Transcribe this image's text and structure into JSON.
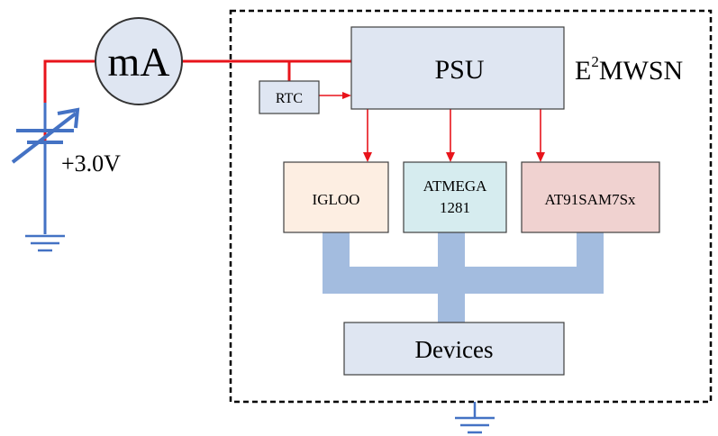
{
  "meter": {
    "label": "mA"
  },
  "source": {
    "voltage_label": "+3.0V"
  },
  "system": {
    "name_main": "E",
    "name_sup": "2",
    "name_rest": "MWSN"
  },
  "blocks": {
    "psu": "PSU",
    "rtc": "RTC",
    "igloo": "IGLOO",
    "atmega_line1": "ATMEGA",
    "atmega_line2": "1281",
    "at91": "AT91SAM7Sx",
    "devices": "Devices"
  },
  "colors": {
    "wire": "#e8141b",
    "ground": "#4472c4",
    "bus": "#a3bcdf",
    "block_fill": "#dfe6f2",
    "igloo_fill": "#fdeee2",
    "atmega_fill": "#d6ecef",
    "at91_fill": "#f0d2d0",
    "stroke": "#3f3f3f"
  }
}
